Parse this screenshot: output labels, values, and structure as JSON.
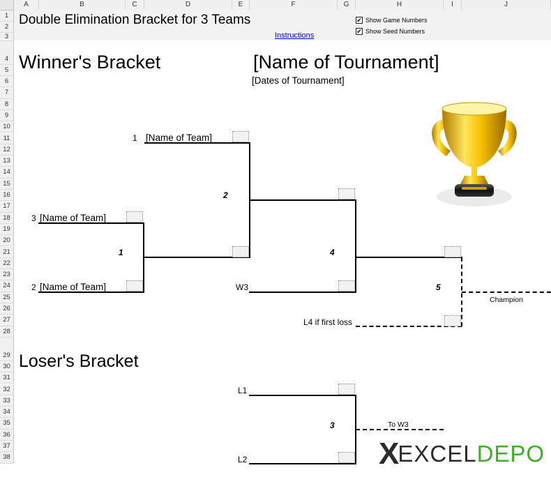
{
  "columns": [
    "A",
    "B",
    "C",
    "D",
    "E",
    "F",
    "G",
    "H",
    "I",
    "J"
  ],
  "rows": [
    "1",
    "2",
    "3",
    "4",
    "5",
    "6",
    "7",
    "8",
    "9",
    "10",
    "11",
    "12",
    "13",
    "14",
    "15",
    "16",
    "17",
    "18",
    "19",
    "20",
    "21",
    "22",
    "23",
    "24",
    "25",
    "26",
    "27",
    "28",
    "29",
    "30",
    "31",
    "32",
    "33",
    "34",
    "35",
    "36",
    "37",
    "38"
  ],
  "header": {
    "title": "Double Elimination Bracket for 3 Teams",
    "instructions_link": "Instructions",
    "show_game_numbers": {
      "label": "Show Game Numbers",
      "checked": true
    },
    "show_seed_numbers": {
      "label": "Show Seed Numbers",
      "checked": true
    },
    "check_mark": "✔"
  },
  "winners": {
    "heading": "Winner's Bracket",
    "tournament_name": "[Name of Tournament]",
    "tournament_dates": "[Dates of Tournament]",
    "teams": [
      {
        "seed": "1",
        "name": "[Name of Team]"
      },
      {
        "seed": "3",
        "name": "[Name of Team]"
      },
      {
        "seed": "2",
        "name": "[Name of Team]"
      }
    ],
    "games": [
      "1",
      "2",
      "4",
      "5"
    ],
    "w3_label": "W3",
    "l4_label": "L4 if first loss",
    "champion_label": "Champion"
  },
  "losers": {
    "heading": "Loser's Bracket",
    "l1_label": "L1",
    "l2_label": "L2",
    "game": "3",
    "to_w3_label": "To W3"
  },
  "logo": {
    "x_mark": "X",
    "text_gray": "EXCEL",
    "text_green": "DEPO",
    "color_gray": "#2b2b2b",
    "color_green": "#3fae2a"
  },
  "trophy_icon": "trophy-icon"
}
